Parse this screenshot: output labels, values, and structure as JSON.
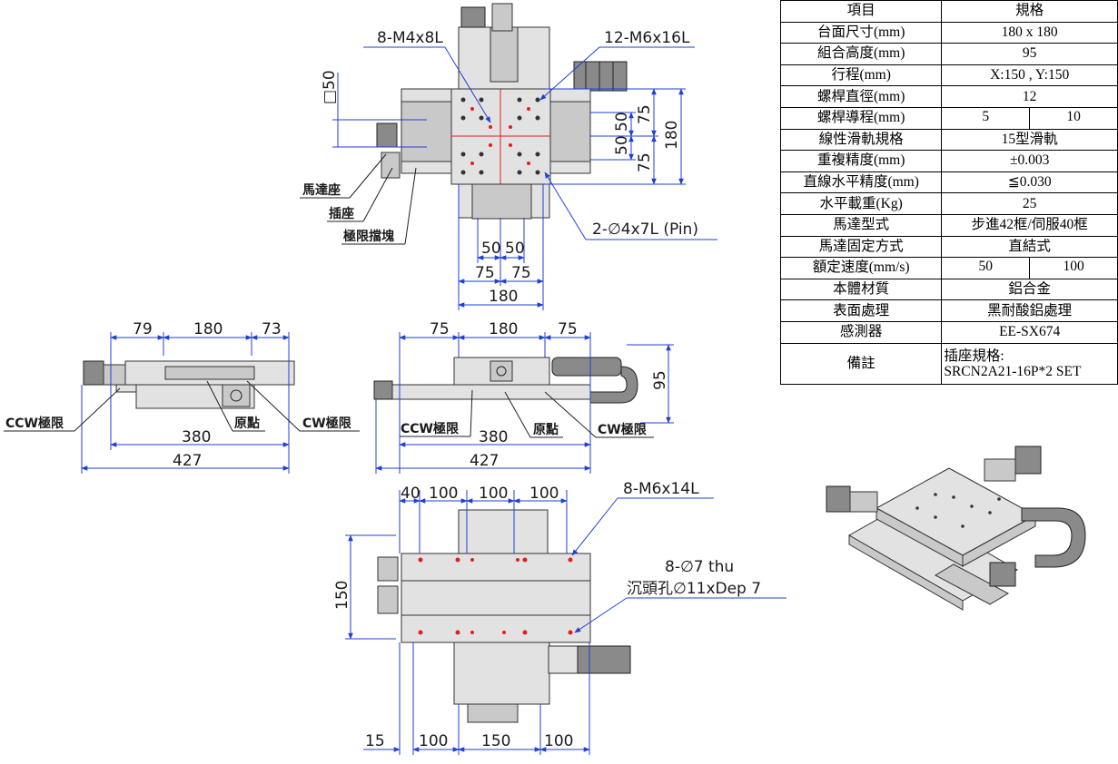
{
  "spec_table": {
    "header": {
      "item": "項目",
      "spec": "規格"
    },
    "rows": [
      {
        "item": "台面尺寸(mm)",
        "spec": "180 x 180"
      },
      {
        "item": "組合高度(mm)",
        "spec": "95"
      },
      {
        "item": "行程(mm)",
        "spec": "X:150 , Y:150"
      },
      {
        "item": "螺桿直徑(mm)",
        "spec": "12"
      },
      {
        "item": "螺桿導程(mm)",
        "spec_a": "5",
        "spec_b": "10"
      },
      {
        "item": "線性滑軌規格",
        "spec": "15型滑軌"
      },
      {
        "item": "重複精度(mm)",
        "spec": "±0.003"
      },
      {
        "item": "直線水平精度(mm)",
        "spec": "≦0.030"
      },
      {
        "item": "水平載重(Kg)",
        "spec": "25"
      },
      {
        "item": "馬達型式",
        "spec": "步進42框/伺服40框"
      },
      {
        "item": "馬達固定方式",
        "spec": "直結式"
      },
      {
        "item": "額定速度(mm/s)",
        "spec_a": "50",
        "spec_b": "100"
      },
      {
        "item": "本體材質",
        "spec": "鋁合金"
      },
      {
        "item": "表面處理",
        "spec": "黑耐酸鋁處理"
      },
      {
        "item": "感測器",
        "spec": "EE-SX674"
      }
    ],
    "note": {
      "item": "備註",
      "line1": "插座規格:",
      "line2": "SRCN2A21-16P*2 SET"
    }
  },
  "top_view": {
    "callout_holes_m4": "8-M4x8L",
    "callout_holes_m6": "12-M6x16L",
    "callout_pin": "2-∅4x7L (Pin)",
    "label_motor_mount": "馬達座",
    "label_socket": "插座",
    "label_limit_block": "極限擋塊",
    "dim_square": "□50",
    "dim_right_50a": "50",
    "dim_right_50b": "50",
    "dim_right_75a": "75",
    "dim_right_75b": "75",
    "dim_right_180": "180",
    "dim_bottom_50a": "50",
    "dim_bottom_50b": "50",
    "dim_bottom_75a": "75",
    "dim_bottom_75b": "75",
    "dim_bottom_180": "180"
  },
  "front_view": {
    "dim_79": "79",
    "dim_180": "180",
    "dim_73": "73",
    "label_ccw": "CCW極限",
    "label_origin": "原點",
    "label_cw": "CW極限",
    "dim_380": "380",
    "dim_427": "427"
  },
  "side_view": {
    "dim_75a": "75",
    "dim_180": "180",
    "dim_75b": "75",
    "dim_95": "95",
    "label_ccw": "CCW極限",
    "label_origin": "原點",
    "label_cw": "CW極限",
    "dim_380": "380",
    "dim_427": "427"
  },
  "bottom_view": {
    "dim_40": "40",
    "dim_100a": "100",
    "dim_100b": "100",
    "dim_100c": "100",
    "callout_m6": "8-M6x14L",
    "callout_thru": "8-∅7 thu",
    "callout_counterbore": "沉頭孔∅11xDep 7",
    "dim_150v": "150",
    "dim_15": "15",
    "dim_100d": "100",
    "dim_150h": "150",
    "dim_100e": "100"
  },
  "colors": {
    "dimension": "#1f3fd6",
    "marker": "#e0201c"
  }
}
